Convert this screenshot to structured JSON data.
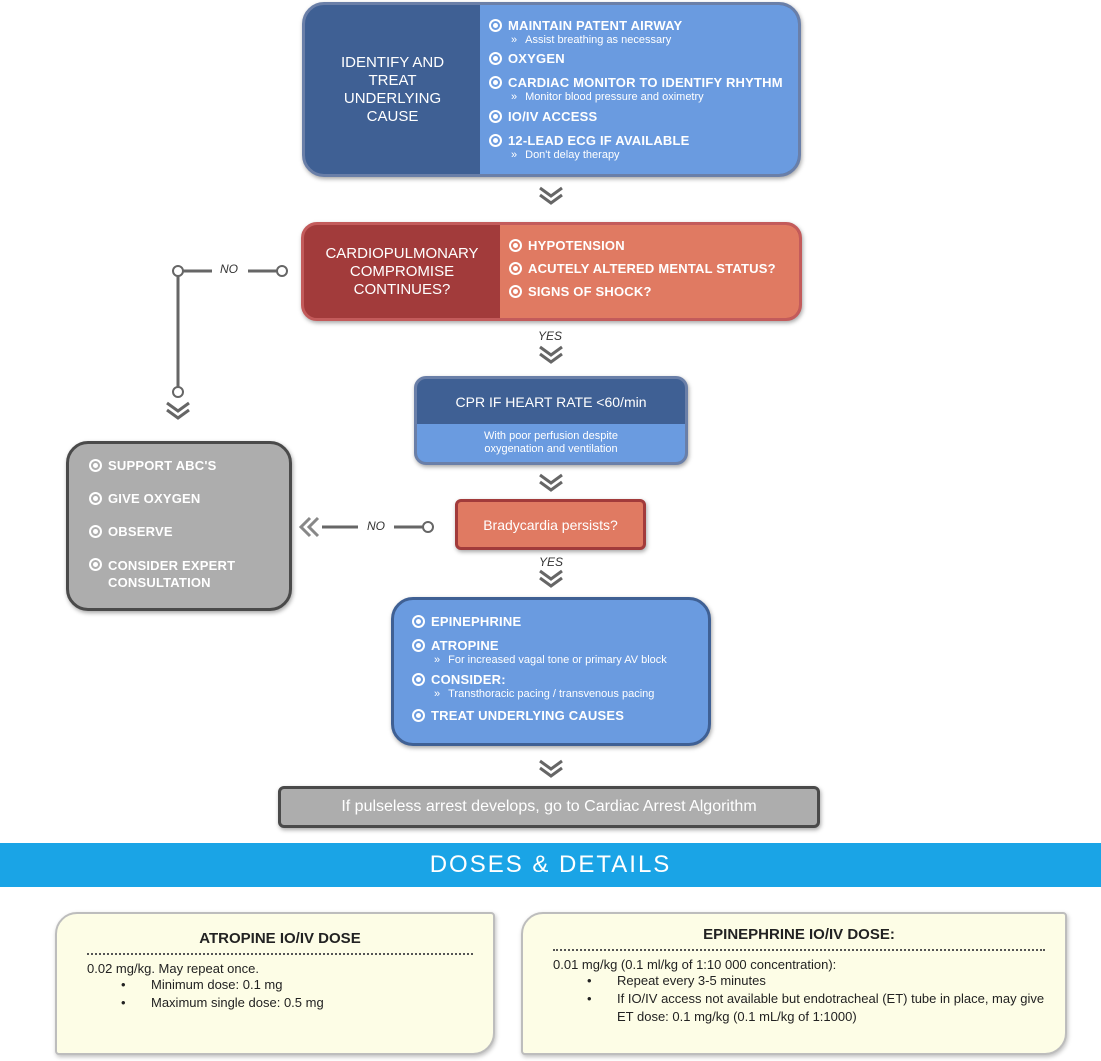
{
  "top_box": {
    "left_title": "IDENTIFY AND TREAT UNDERLYING CAUSE",
    "items": [
      {
        "label": "MAINTAIN PATENT AIRWAY",
        "sub": "Assist breathing as necessary"
      },
      {
        "label": "OXYGEN",
        "sub": ""
      },
      {
        "label": "CARDIAC MONITOR TO IDENTIFY RHYTHM",
        "sub": "Monitor blood pressure and oximetry"
      },
      {
        "label": "IO/IV ACCESS",
        "sub": ""
      },
      {
        "label": "12-LEAD ECG IF AVAILABLE",
        "sub": "Don't delay therapy"
      }
    ]
  },
  "compromise_box": {
    "left_title": "CARDIOPULMONARY COMPROMISE CONTINUES?",
    "items": [
      "HYPOTENSION",
      "ACUTELY ALTERED MENTAL STATUS?",
      "SIGNS OF SHOCK?"
    ]
  },
  "labels": {
    "no_1": "NO",
    "yes_1": "YES",
    "no_2": "NO",
    "yes_2": "YES"
  },
  "cpr_box": {
    "title": "CPR IF HEART RATE <60/min",
    "subtitle": "With poor perfusion despite oxygenation and ventilation"
  },
  "support_box": {
    "items": [
      "SUPPORT ABC'S",
      "GIVE OXYGEN",
      "OBSERVE",
      "CONSIDER EXPERT CONSULTATION"
    ]
  },
  "brady_box": {
    "label": "Bradycardia persists?"
  },
  "drug_box": {
    "items": [
      {
        "label": "EPINEPHRINE",
        "sub": ""
      },
      {
        "label": "ATROPINE",
        "sub": "For increased vagal tone or primary AV block"
      },
      {
        "label": "CONSIDER:",
        "sub": "Transthoracic pacing / transvenous pacing"
      },
      {
        "label": "TREAT UNDERLYING CAUSES",
        "sub": ""
      }
    ]
  },
  "arrest_box": {
    "label": "If pulseless arrest develops, go to Cardiac Arrest Algorithm"
  },
  "banner": {
    "label": "DOSES & DETAILS"
  },
  "atropine_card": {
    "title": "ATROPINE IO/IV DOSE",
    "intro": "0.02 mg/kg. May repeat once.",
    "bullets": [
      "Minimum dose: 0.1 mg",
      "Maximum single dose: 0.5 mg"
    ]
  },
  "epinephrine_card": {
    "title": "EPINEPHRINE IO/IV DOSE:",
    "intro": "0.01 mg/kg (0.1 ml/kg of 1:10 000 concentration):",
    "bullets": [
      "Repeat every 3-5 minutes",
      "If IO/IV access not available but endotracheal (ET) tube in place, may give ET dose: 0.1 mg/kg (0.1 mL/kg of 1:1000)"
    ]
  },
  "colors": {
    "dark_blue": "#3f6094",
    "light_blue": "#6a9be0",
    "dark_red": "#a23b3b",
    "salmon": "#e07a62",
    "gray_box": "#adadad",
    "banner_blue": "#1aa4e6"
  }
}
